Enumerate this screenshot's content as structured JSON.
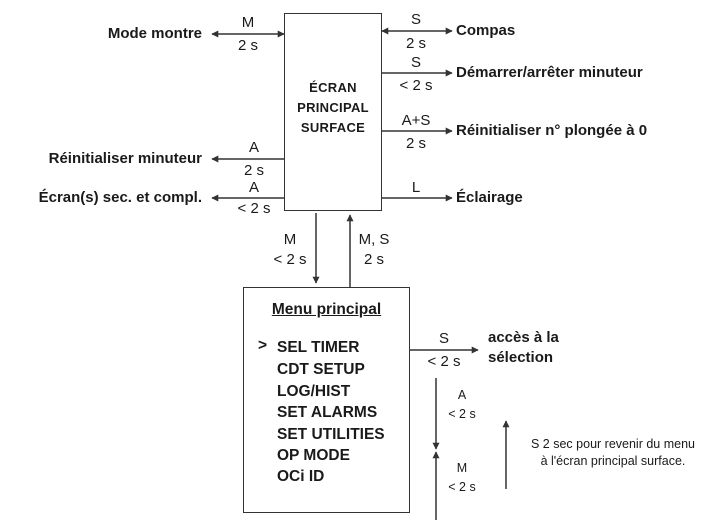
{
  "main_screen": {
    "title_line1": "ÉCRAN",
    "title_line2": "PRINCIPAL",
    "title_line3": "SURFACE"
  },
  "left_actions": [
    {
      "label": "Mode montre",
      "key": "M",
      "time": "2 s"
    },
    {
      "label": "Réinitialiser minuteur",
      "key": "A",
      "time": "2 s"
    },
    {
      "label": "Écran(s) sec. et compl.",
      "key": "A",
      "time": "< 2 s"
    }
  ],
  "right_actions": [
    {
      "label": "Compas",
      "key": "S",
      "time": "2 s"
    },
    {
      "label": "Démarrer/arrêter minuteur",
      "key": "S",
      "time": "< 2 s"
    },
    {
      "label": "Réinitialiser n° plongée à 0",
      "key": "A+S",
      "time": "2 s"
    },
    {
      "label": "Éclairage",
      "key": "L",
      "time": ""
    }
  ],
  "vertical_links": {
    "down": {
      "key": "M",
      "time": "< 2 s"
    },
    "up": {
      "key": "M, S",
      "time": "2 s"
    }
  },
  "main_menu": {
    "title": "Menu principal",
    "cursor": ">",
    "items": [
      "SEL TIMER",
      "CDT SETUP",
      "LOG/HIST",
      "SET ALARMS",
      "SET UTILITIES",
      "OP MODE",
      "OCi ID"
    ]
  },
  "menu_select": {
    "key": "S",
    "time": "< 2 s",
    "label_line1": "accès à la",
    "label_line2": "sélection"
  },
  "menu_scroll": {
    "down": {
      "key": "A",
      "time": "< 2 s"
    },
    "up": {
      "key": "M",
      "time": "< 2 s"
    }
  },
  "note": {
    "line1": "S 2 sec pour revenir du menu",
    "line2": "à l'écran principal surface."
  },
  "colors": {
    "line": "#333333",
    "text": "#1a1a1a",
    "background": "#ffffff"
  }
}
